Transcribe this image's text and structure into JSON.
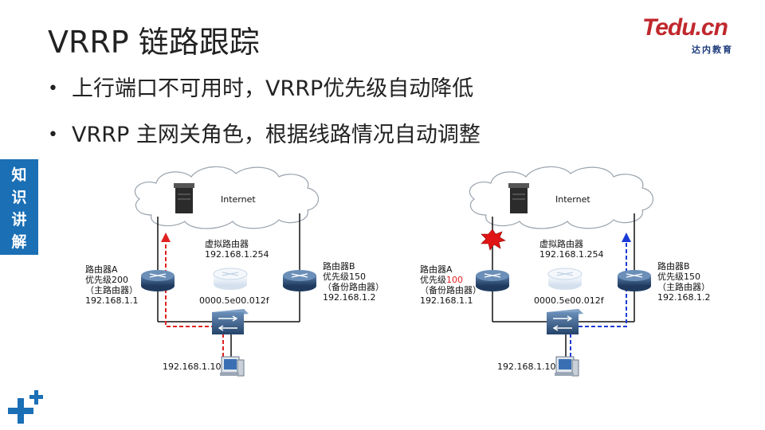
{
  "title": "VRRP 链路跟踪",
  "logo": {
    "main": "Tedu.cn",
    "sub": "达内教育"
  },
  "bullets": [
    "上行端口不可用时，VRRP优先级自动降低",
    "VRRP 主网关角色，根据线路情况自动调整"
  ],
  "side_tab": [
    "知",
    "识",
    "讲",
    "解"
  ],
  "diagrams": [
    {
      "internet": "Internet",
      "virtual_router": [
        "虚拟路由器",
        "192.168.1.254"
      ],
      "virtual_mac": "0000.5e00.012f",
      "router_a": {
        "name": "路由器A",
        "priority_prefix": "优先级",
        "priority": "200",
        "role": "（主路由器）",
        "ip": "192.168.1.1"
      },
      "router_b": {
        "name": "路由器B",
        "priority_prefix": "优先级",
        "priority": "150",
        "role": "（备份路由器）",
        "ip": "192.168.1.2"
      },
      "host_ip": "192.168.1.10",
      "traffic_color": "#e02020",
      "link_failure": false
    },
    {
      "internet": "Internet",
      "virtual_router": [
        "虚拟路由器",
        "192.168.1.254"
      ],
      "virtual_mac": "0000.5e00.012f",
      "router_a": {
        "name": "路由器A",
        "priority_prefix": "优先级",
        "priority": "100",
        "role": "（备份路由器）",
        "ip": "192.168.1.1"
      },
      "router_b": {
        "name": "路由器B",
        "priority_prefix": "优先级",
        "priority": "150",
        "role": "（主路由器）",
        "ip": "192.168.1.2"
      },
      "host_ip": "192.168.1.10",
      "traffic_color": "#1a3ad6",
      "link_failure": true
    }
  ],
  "colors": {
    "accent": "#1a6fb5",
    "highlight": "#e02020",
    "router": "#2f5078"
  }
}
